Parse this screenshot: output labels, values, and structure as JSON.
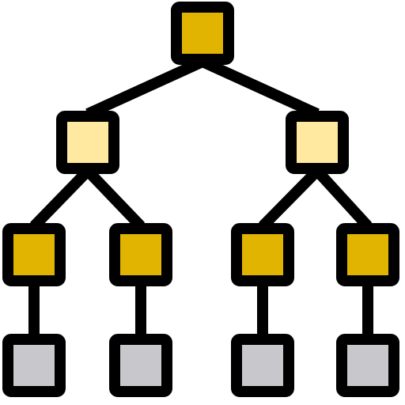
{
  "icon": {
    "name": "hierarchy-tree-icon",
    "colors": {
      "outline": "#000000",
      "root_fill": "#E0B400",
      "level1_fill": "#FFE8A0",
      "level2_fill": "#E0B400",
      "leaf_fill": "#C8C8CC",
      "background": "#FFFFFF"
    },
    "structure": {
      "root": "root-node",
      "children": [
        {
          "node": "level1-node-left",
          "children": [
            {
              "node": "level2-node-1",
              "leaf": "leaf-node-1"
            },
            {
              "node": "level2-node-2",
              "leaf": "leaf-node-2"
            }
          ]
        },
        {
          "node": "level1-node-right",
          "children": [
            {
              "node": "level2-node-3",
              "leaf": "leaf-node-3"
            },
            {
              "node": "level2-node-4",
              "leaf": "leaf-node-4"
            }
          ]
        }
      ]
    }
  }
}
